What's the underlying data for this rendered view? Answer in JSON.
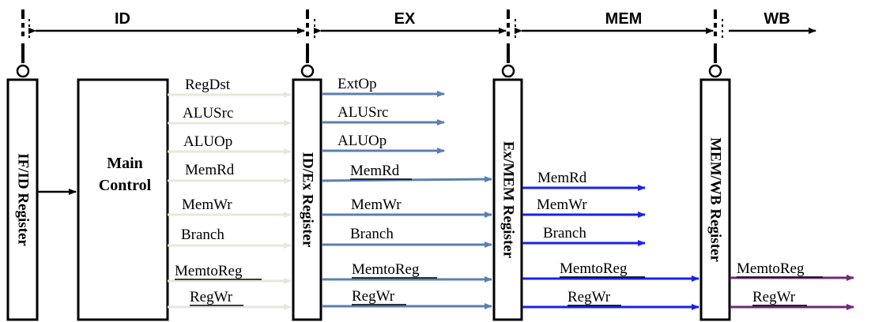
{
  "stages": [
    "ID",
    "EX",
    "MEM",
    "WB"
  ],
  "registers": {
    "ifid": "IF/ID Register",
    "idex": "ID/Ex Register",
    "exmem": "Ex/MEM Register",
    "memwb": "MEM/WB Register"
  },
  "main_control": {
    "line1": "Main",
    "line2": "Control"
  },
  "signals": {
    "id": [
      "RegDst",
      "ALUSrc",
      "ALUOp",
      "MemRd",
      "MemWr",
      "Branch",
      "MemtoReg",
      "RegWr"
    ],
    "ex": [
      "ExtOp",
      "ALUSrc",
      "ALUOp",
      "MemRd",
      "MemWr",
      "Branch",
      "MemtoReg",
      "RegWr"
    ],
    "mem": [
      "MemRd",
      "MemWr",
      "Branch",
      "MemtoReg",
      "RegWr"
    ],
    "wb": [
      "MemtoReg",
      "RegWr"
    ]
  },
  "colors": {
    "id_wires": "#e6e8dc",
    "ex_wires": "#5b7fb3",
    "mem_wires": "#1a22e8",
    "wb_wires": "#6e2a78"
  }
}
